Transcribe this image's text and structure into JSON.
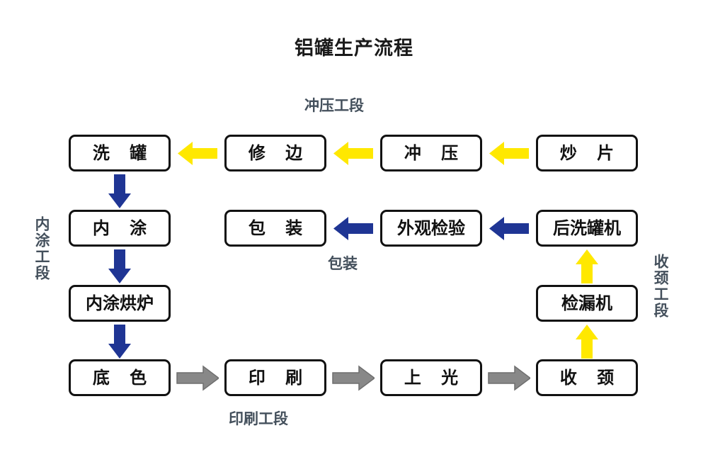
{
  "title": "铝罐生产流程",
  "colors": {
    "yellow": "#FFE800",
    "blue": "#1F3594",
    "gray": "#888888",
    "gray_outline": "#6f6f6f",
    "box_border": "#111111",
    "section_text": "#44505c",
    "background": "#ffffff"
  },
  "sections": [
    {
      "id": "stamping",
      "label": "冲压工段",
      "orientation": "horizontal",
      "arrow_color": "#FFE800"
    },
    {
      "id": "inner-coat",
      "label": "内涂工段",
      "orientation": "vertical",
      "arrow_color": "#1F3594"
    },
    {
      "id": "printing",
      "label": "印刷工段",
      "orientation": "horizontal",
      "arrow_color": "#888888"
    },
    {
      "id": "necking",
      "label": "收颈工段",
      "orientation": "vertical",
      "arrow_color": "#FFE800"
    },
    {
      "id": "packaging",
      "label": "包装",
      "orientation": "horizontal",
      "arrow_color": "#1F3594"
    }
  ],
  "nodes": [
    {
      "id": "wash-can",
      "label": "洗 罐",
      "row": 1,
      "col": 1
    },
    {
      "id": "trim-edge",
      "label": "修 边",
      "row": 1,
      "col": 2
    },
    {
      "id": "stamping",
      "label": "冲 压",
      "row": 1,
      "col": 3
    },
    {
      "id": "cupping",
      "label": "炒 片",
      "row": 1,
      "col": 4
    },
    {
      "id": "inner-coat",
      "label": "内 涂",
      "row": 2,
      "col": 1
    },
    {
      "id": "packing",
      "label": "包 装",
      "row": 2,
      "col": 2
    },
    {
      "id": "visual-inspect",
      "label": "外观检验",
      "row": 2,
      "col": 3
    },
    {
      "id": "post-washer",
      "label": "后洗罐机",
      "row": 2,
      "col": 4
    },
    {
      "id": "inner-coat-oven",
      "label": "内涂烘炉",
      "row": 3,
      "col": 1
    },
    {
      "id": "leak-detector",
      "label": "检漏机",
      "row": 3,
      "col": 4
    },
    {
      "id": "base-color",
      "label": "底 色",
      "row": 4,
      "col": 1
    },
    {
      "id": "printing",
      "label": "印 刷",
      "row": 4,
      "col": 2
    },
    {
      "id": "varnish",
      "label": "上 光",
      "row": 4,
      "col": 3
    },
    {
      "id": "necking",
      "label": "收 颈",
      "row": 4,
      "col": 4
    }
  ],
  "flow": [
    {
      "from": "炒 片",
      "to": "冲 压",
      "color": "#FFE800",
      "direction": "left"
    },
    {
      "from": "冲 压",
      "to": "修 边",
      "color": "#FFE800",
      "direction": "left"
    },
    {
      "from": "修 边",
      "to": "洗 罐",
      "color": "#FFE800",
      "direction": "left"
    },
    {
      "from": "洗 罐",
      "to": "内 涂",
      "color": "#1F3594",
      "direction": "down"
    },
    {
      "from": "内 涂",
      "to": "内涂烘炉",
      "color": "#1F3594",
      "direction": "down"
    },
    {
      "from": "内涂烘炉",
      "to": "底 色",
      "color": "#1F3594",
      "direction": "down"
    },
    {
      "from": "底 色",
      "to": "印 刷",
      "color": "#888888",
      "direction": "right"
    },
    {
      "from": "印 刷",
      "to": "上 光",
      "color": "#888888",
      "direction": "right"
    },
    {
      "from": "上 光",
      "to": "收 颈",
      "color": "#888888",
      "direction": "right"
    },
    {
      "from": "收 颈",
      "to": "检漏机",
      "color": "#FFE800",
      "direction": "up"
    },
    {
      "from": "检漏机",
      "to": "后洗罐机",
      "color": "#FFE800",
      "direction": "up"
    },
    {
      "from": "后洗罐机",
      "to": "外观检验",
      "color": "#1F3594",
      "direction": "left"
    },
    {
      "from": "外观检验",
      "to": "包 装",
      "color": "#1F3594",
      "direction": "left"
    }
  ]
}
